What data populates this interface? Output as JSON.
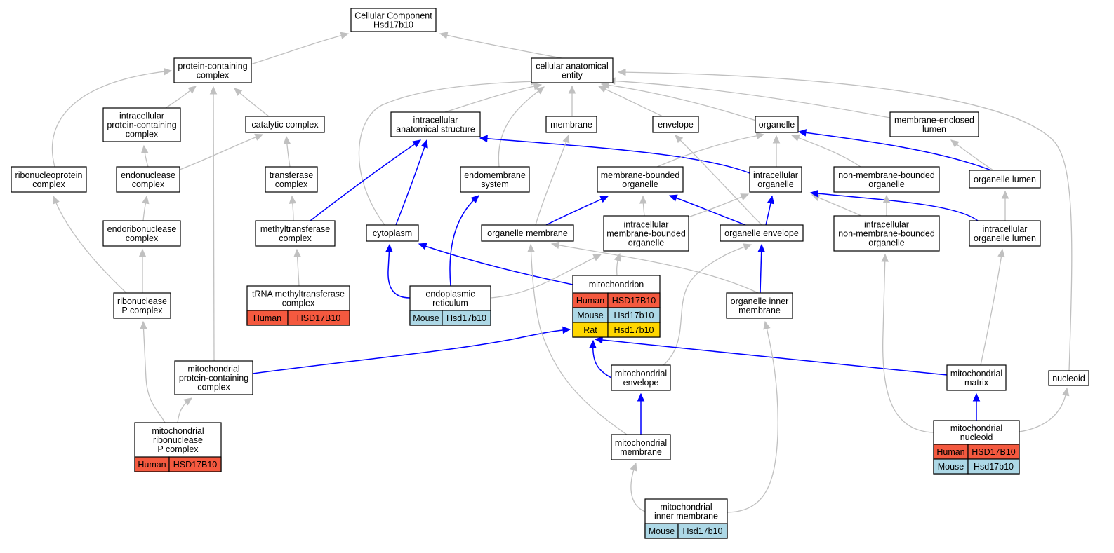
{
  "colors": {
    "is_a_edge": "#c0c0c0",
    "part_of_edge": "#0000ff",
    "human": "#f4593f",
    "mouse": "#add8e6",
    "rat": "#ffd700"
  },
  "nodes": [
    {
      "id": "root",
      "lines": [
        "Cellular Component",
        "Hsd17b10"
      ]
    },
    {
      "id": "protein_containing_complex",
      "lines": [
        "protein-containing",
        "complex"
      ]
    },
    {
      "id": "cellular_anatomical_entity",
      "lines": [
        "cellular anatomical",
        "entity"
      ]
    },
    {
      "id": "intracellular_protein_containing_complex",
      "lines": [
        "intracellular",
        "protein-containing",
        "complex"
      ]
    },
    {
      "id": "catalytic_complex",
      "lines": [
        "catalytic complex"
      ]
    },
    {
      "id": "intracellular_anatomical_structure",
      "lines": [
        "intracellular",
        "anatomical structure"
      ]
    },
    {
      "id": "membrane",
      "lines": [
        "membrane"
      ]
    },
    {
      "id": "envelope",
      "lines": [
        "envelope"
      ]
    },
    {
      "id": "organelle",
      "lines": [
        "organelle"
      ]
    },
    {
      "id": "membrane_enclosed_lumen",
      "lines": [
        "membrane-enclosed",
        "lumen"
      ]
    },
    {
      "id": "ribonucleoprotein_complex",
      "lines": [
        "ribonucleoprotein",
        "complex"
      ]
    },
    {
      "id": "endonuclease_complex",
      "lines": [
        "endonuclease",
        "complex"
      ]
    },
    {
      "id": "transferase_complex",
      "lines": [
        "transferase",
        "complex"
      ]
    },
    {
      "id": "endomembrane_system",
      "lines": [
        "endomembrane",
        "system"
      ]
    },
    {
      "id": "membrane_bounded_organelle",
      "lines": [
        "membrane-bounded",
        "organelle"
      ]
    },
    {
      "id": "intracellular_organelle",
      "lines": [
        "intracellular",
        "organelle"
      ]
    },
    {
      "id": "non_membrane_bounded_organelle",
      "lines": [
        "non-membrane-bounded",
        "organelle"
      ]
    },
    {
      "id": "organelle_lumen",
      "lines": [
        "organelle lumen"
      ]
    },
    {
      "id": "endoribonuclease_complex",
      "lines": [
        "endoribonuclease",
        "complex"
      ]
    },
    {
      "id": "methyltransferase_complex",
      "lines": [
        "methyltransferase",
        "complex"
      ]
    },
    {
      "id": "cytoplasm",
      "lines": [
        "cytoplasm"
      ]
    },
    {
      "id": "organelle_membrane",
      "lines": [
        "organelle membrane"
      ]
    },
    {
      "id": "intracellular_membrane_bounded_organelle",
      "lines": [
        "intracellular",
        "membrane-bounded",
        "organelle"
      ]
    },
    {
      "id": "organelle_envelope",
      "lines": [
        "organelle envelope"
      ]
    },
    {
      "id": "intracellular_non_membrane_bounded_organelle",
      "lines": [
        "intracellular",
        "non-membrane-bounded",
        "organelle"
      ]
    },
    {
      "id": "intracellular_organelle_lumen",
      "lines": [
        "intracellular",
        "organelle lumen"
      ]
    },
    {
      "id": "ribonuclease_p_complex",
      "lines": [
        "ribonuclease",
        "P complex"
      ]
    },
    {
      "id": "trna_methyltransferase_complex",
      "lines": [
        "tRNA methyltransferase",
        "complex"
      ],
      "annotations": [
        {
          "species": "Human",
          "gene": "HSD17B10"
        }
      ]
    },
    {
      "id": "endoplasmic_reticulum",
      "lines": [
        "endoplasmic",
        "reticulum"
      ],
      "annotations": [
        {
          "species": "Mouse",
          "gene": "Hsd17b10"
        }
      ]
    },
    {
      "id": "mitochondrion",
      "lines": [
        "mitochondrion"
      ],
      "annotations": [
        {
          "species": "Human",
          "gene": "HSD17B10"
        },
        {
          "species": "Mouse",
          "gene": "Hsd17b10"
        },
        {
          "species": "Rat",
          "gene": "Hsd17b10"
        }
      ]
    },
    {
      "id": "organelle_inner_membrane",
      "lines": [
        "organelle inner",
        "membrane"
      ]
    },
    {
      "id": "mitochondrial_protein_containing_complex",
      "lines": [
        "mitochondrial",
        "protein-containing",
        "complex"
      ]
    },
    {
      "id": "mitochondrial_envelope",
      "lines": [
        "mitochondrial",
        "envelope"
      ]
    },
    {
      "id": "mitochondrial_matrix",
      "lines": [
        "mitochondrial",
        "matrix"
      ]
    },
    {
      "id": "nucleoid",
      "lines": [
        "nucleoid"
      ]
    },
    {
      "id": "mitochondrial_ribonuclease_p_complex",
      "lines": [
        "mitochondrial",
        "ribonuclease",
        "P complex"
      ],
      "annotations": [
        {
          "species": "Human",
          "gene": "HSD17B10"
        }
      ]
    },
    {
      "id": "mitochondrial_membrane",
      "lines": [
        "mitochondrial",
        "membrane"
      ]
    },
    {
      "id": "mitochondrial_nucleoid",
      "lines": [
        "mitochondrial",
        "nucleoid"
      ],
      "annotations": [
        {
          "species": "Human",
          "gene": "HSD17B10"
        },
        {
          "species": "Mouse",
          "gene": "Hsd17b10"
        }
      ]
    },
    {
      "id": "mitochondrial_inner_membrane",
      "lines": [
        "mitochondrial",
        "inner membrane"
      ],
      "annotations": [
        {
          "species": "Mouse",
          "gene": "Hsd17b10"
        }
      ]
    }
  ],
  "edges": [
    {
      "from": "protein_containing_complex",
      "to": "root",
      "rel": "is_a"
    },
    {
      "from": "cellular_anatomical_entity",
      "to": "root",
      "rel": "is_a"
    },
    {
      "from": "intracellular_protein_containing_complex",
      "to": "protein_containing_complex",
      "rel": "is_a"
    },
    {
      "from": "catalytic_complex",
      "to": "protein_containing_complex",
      "rel": "is_a"
    },
    {
      "from": "ribonucleoprotein_complex",
      "to": "protein_containing_complex",
      "rel": "is_a"
    },
    {
      "from": "mitochondrial_protein_containing_complex",
      "to": "protein_containing_complex",
      "rel": "is_a"
    },
    {
      "from": "intracellular_anatomical_structure",
      "to": "cellular_anatomical_entity",
      "rel": "is_a"
    },
    {
      "from": "membrane",
      "to": "cellular_anatomical_entity",
      "rel": "is_a"
    },
    {
      "from": "envelope",
      "to": "cellular_anatomical_entity",
      "rel": "is_a"
    },
    {
      "from": "organelle",
      "to": "cellular_anatomical_entity",
      "rel": "is_a"
    },
    {
      "from": "membrane_enclosed_lumen",
      "to": "cellular_anatomical_entity",
      "rel": "is_a"
    },
    {
      "from": "endomembrane_system",
      "to": "cellular_anatomical_entity",
      "rel": "is_a"
    },
    {
      "from": "cytoplasm",
      "to": "cellular_anatomical_entity",
      "rel": "is_a"
    },
    {
      "from": "nucleoid",
      "to": "cellular_anatomical_entity",
      "rel": "is_a"
    },
    {
      "from": "endonuclease_complex",
      "to": "intracellular_protein_containing_complex",
      "rel": "is_a"
    },
    {
      "from": "endonuclease_complex",
      "to": "catalytic_complex",
      "rel": "is_a"
    },
    {
      "from": "transferase_complex",
      "to": "catalytic_complex",
      "rel": "is_a"
    },
    {
      "from": "endoribonuclease_complex",
      "to": "endonuclease_complex",
      "rel": "is_a"
    },
    {
      "from": "methyltransferase_complex",
      "to": "transferase_complex",
      "rel": "is_a"
    },
    {
      "from": "methyltransferase_complex",
      "to": "intracellular_anatomical_structure",
      "rel": "part_of"
    },
    {
      "from": "ribonuclease_p_complex",
      "to": "endoribonuclease_complex",
      "rel": "is_a"
    },
    {
      "from": "ribonuclease_p_complex",
      "to": "ribonucleoprotein_complex",
      "rel": "is_a"
    },
    {
      "from": "trna_methyltransferase_complex",
      "to": "methyltransferase_complex",
      "rel": "is_a"
    },
    {
      "from": "cytoplasm",
      "to": "intracellular_anatomical_structure",
      "rel": "part_of"
    },
    {
      "from": "intracellular_organelle",
      "to": "intracellular_anatomical_structure",
      "rel": "part_of"
    },
    {
      "from": "organelle_membrane",
      "to": "membrane",
      "rel": "is_a"
    },
    {
      "from": "organelle_envelope",
      "to": "envelope",
      "rel": "is_a"
    },
    {
      "from": "membrane_bounded_organelle",
      "to": "organelle",
      "rel": "is_a"
    },
    {
      "from": "intracellular_organelle",
      "to": "organelle",
      "rel": "is_a"
    },
    {
      "from": "non_membrane_bounded_organelle",
      "to": "organelle",
      "rel": "is_a"
    },
    {
      "from": "organelle_lumen",
      "to": "organelle",
      "rel": "part_of"
    },
    {
      "from": "organelle_lumen",
      "to": "membrane_enclosed_lumen",
      "rel": "is_a"
    },
    {
      "from": "organelle_membrane",
      "to": "membrane_bounded_organelle",
      "rel": "part_of"
    },
    {
      "from": "organelle_envelope",
      "to": "membrane_bounded_organelle",
      "rel": "part_of"
    },
    {
      "from": "intracellular_membrane_bounded_organelle",
      "to": "membrane_bounded_organelle",
      "rel": "is_a"
    },
    {
      "from": "intracellular_membrane_bounded_organelle",
      "to": "intracellular_organelle",
      "rel": "is_a"
    },
    {
      "from": "organelle_envelope",
      "to": "intracellular_organelle",
      "rel": "part_of"
    },
    {
      "from": "intracellular_non_membrane_bounded_organelle",
      "to": "intracellular_organelle",
      "rel": "is_a"
    },
    {
      "from": "intracellular_organelle_lumen",
      "to": "intracellular_organelle",
      "rel": "part_of"
    },
    {
      "from": "intracellular_non_membrane_bounded_organelle",
      "to": "non_membrane_bounded_organelle",
      "rel": "is_a"
    },
    {
      "from": "intracellular_organelle_lumen",
      "to": "organelle_lumen",
      "rel": "is_a"
    },
    {
      "from": "endoplasmic_reticulum",
      "to": "cytoplasm",
      "rel": "part_of"
    },
    {
      "from": "endoplasmic_reticulum",
      "to": "endomembrane_system",
      "rel": "part_of"
    },
    {
      "from": "endoplasmic_reticulum",
      "to": "intracellular_membrane_bounded_organelle",
      "rel": "is_a"
    },
    {
      "from": "mitochondrion",
      "to": "cytoplasm",
      "rel": "part_of"
    },
    {
      "from": "mitochondrion",
      "to": "intracellular_membrane_bounded_organelle",
      "rel": "is_a"
    },
    {
      "from": "organelle_inner_membrane",
      "to": "organelle_membrane",
      "rel": "is_a"
    },
    {
      "from": "organelle_inner_membrane",
      "to": "organelle_envelope",
      "rel": "part_of"
    },
    {
      "from": "mitochondrial_protein_containing_complex",
      "to": "mitochondrion",
      "rel": "part_of"
    },
    {
      "from": "mitochondrial_envelope",
      "to": "mitochondrion",
      "rel": "part_of"
    },
    {
      "from": "mitochondrial_envelope",
      "to": "organelle_envelope",
      "rel": "is_a"
    },
    {
      "from": "mitochondrial_matrix",
      "to": "mitochondrion",
      "rel": "part_of"
    },
    {
      "from": "mitochondrial_matrix",
      "to": "intracellular_organelle_lumen",
      "rel": "is_a"
    },
    {
      "from": "mitochondrial_membrane",
      "to": "mitochondrial_envelope",
      "rel": "part_of"
    },
    {
      "from": "mitochondrial_membrane",
      "to": "organelle_membrane",
      "rel": "is_a"
    },
    {
      "from": "mitochondrial_ribonuclease_p_complex",
      "to": "ribonuclease_p_complex",
      "rel": "is_a"
    },
    {
      "from": "mitochondrial_ribonuclease_p_complex",
      "to": "mitochondrial_protein_containing_complex",
      "rel": "is_a"
    },
    {
      "from": "mitochondrial_nucleoid",
      "to": "mitochondrial_matrix",
      "rel": "part_of"
    },
    {
      "from": "mitochondrial_nucleoid",
      "to": "nucleoid",
      "rel": "is_a"
    },
    {
      "from": "mitochondrial_nucleoid",
      "to": "intracellular_non_membrane_bounded_organelle",
      "rel": "is_a"
    },
    {
      "from": "mitochondrial_inner_membrane",
      "to": "mitochondrial_membrane",
      "rel": "is_a"
    },
    {
      "from": "mitochondrial_inner_membrane",
      "to": "organelle_inner_membrane",
      "rel": "is_a"
    }
  ]
}
